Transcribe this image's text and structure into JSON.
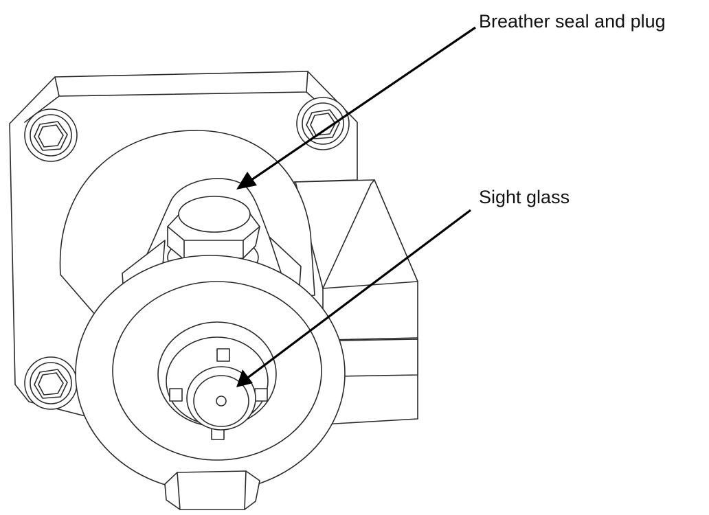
{
  "callouts": [
    {
      "id": "breather",
      "text": "Breather seal and plug"
    },
    {
      "id": "sight",
      "text": "Sight glass"
    }
  ],
  "colors": {
    "line": "#2a2a2a",
    "arrow": "#000000",
    "background": "#ffffff"
  }
}
